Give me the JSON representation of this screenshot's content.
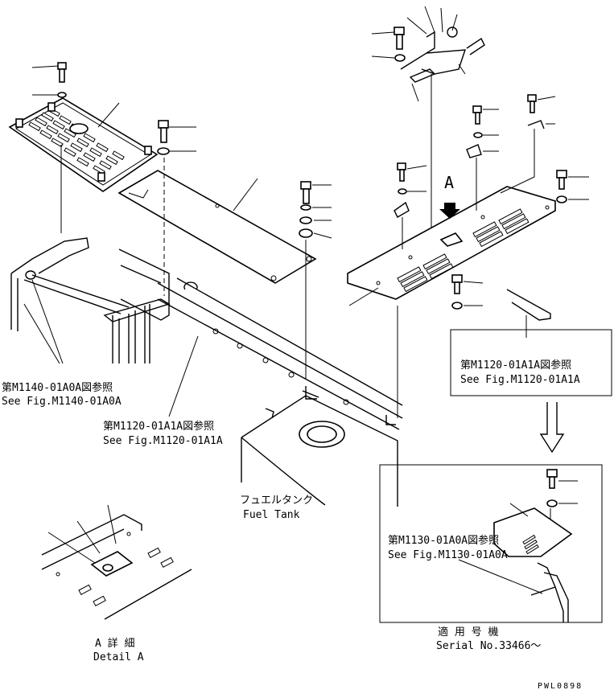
{
  "detail_letter": "A",
  "callouts": {
    "ref_m1140": {
      "jp": "第M1140-01A0A図参照",
      "en": "See Fig.M1140-01A0A"
    },
    "ref_m1120_mid": {
      "jp": "第M1120-01A1A図参照",
      "en": "See Fig.M1120-01A1A"
    },
    "ref_m1120_right": {
      "jp": "第M1120-01A1A図参照",
      "en": "See Fig.M1120-01A1A"
    },
    "ref_m1130": {
      "jp": "第M1130-01A0A図参照",
      "en": "See Fig.M1130-01A0A"
    }
  },
  "fuel_tank": {
    "jp": "フュエルタンク",
    "en": "Fuel Tank"
  },
  "detail_view": {
    "jp": "A 詳 細",
    "en": "Detail A"
  },
  "serial": {
    "jp": "適 用 号 機",
    "en": "Serial No.33466～"
  },
  "drawing_code": "PWL0898"
}
